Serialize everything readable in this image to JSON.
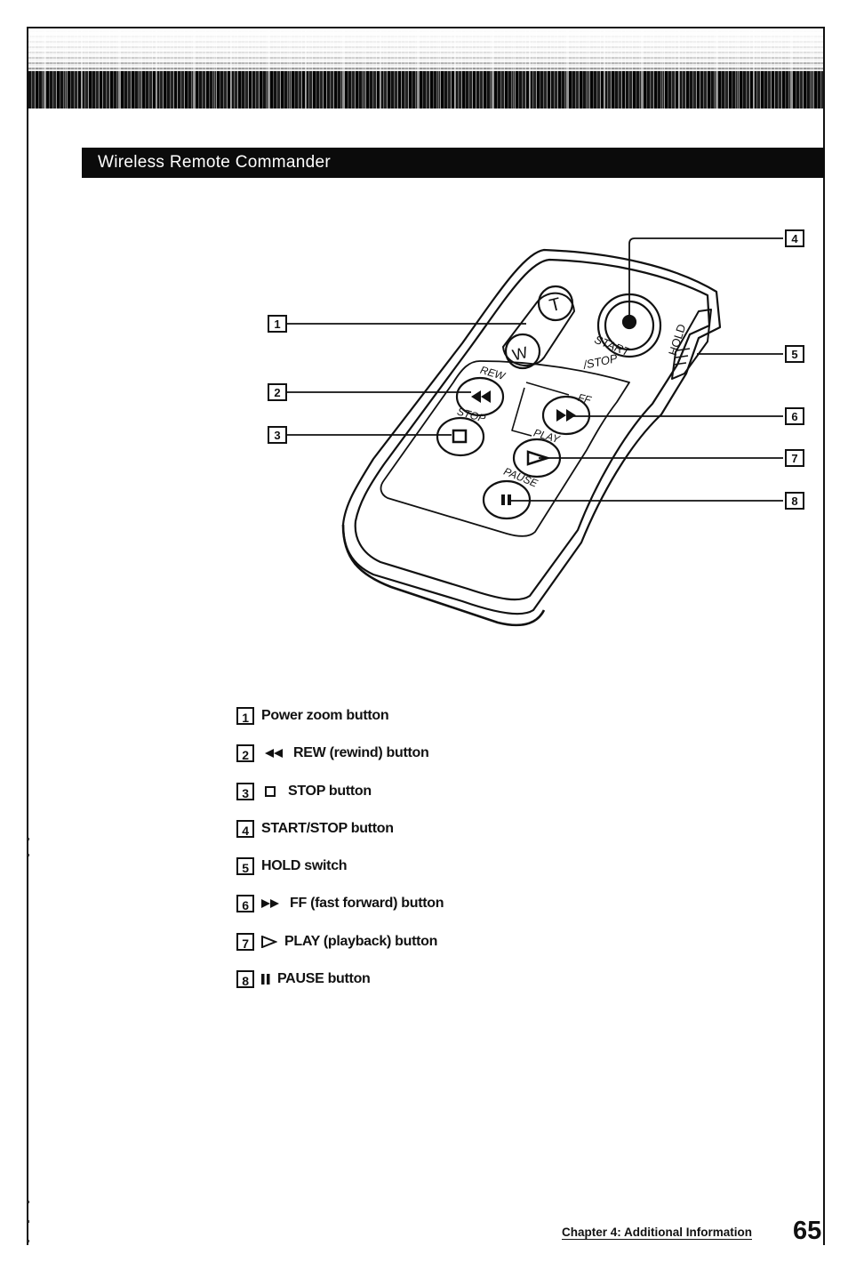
{
  "section_title": "Wireless Remote Commander",
  "remote": {
    "zoom_t": "T",
    "zoom_w": "W",
    "start_stop_line1": "START",
    "start_stop_line2": "/STOP",
    "hold": "HOLD",
    "rew": "REW",
    "ff": "FF",
    "stop": "STOP",
    "play": "PLAY",
    "pause": "PAUSE"
  },
  "callouts": [
    "1",
    "2",
    "3",
    "4",
    "5",
    "6",
    "7",
    "8"
  ],
  "legend": [
    {
      "num": "1",
      "text": "Power zoom button",
      "icon": "none"
    },
    {
      "num": "2",
      "text": "REW (rewind) button",
      "icon": "rewind-icon"
    },
    {
      "num": "3",
      "text": "STOP button",
      "icon": "stop-square-icon"
    },
    {
      "num": "4",
      "text": "START/STOP button",
      "icon": "none"
    },
    {
      "num": "5",
      "text": "HOLD switch",
      "icon": "none"
    },
    {
      "num": "6",
      "text": "FF (fast forward) button",
      "icon": "fast-forward-icon"
    },
    {
      "num": "7",
      "text": "PLAY (playback) button",
      "icon": "play-triangle-icon"
    },
    {
      "num": "8",
      "text": "PAUSE button",
      "icon": "pause-icon"
    }
  ],
  "footer": {
    "chapter": "Chapter 4: Additional Information",
    "page": "65"
  }
}
